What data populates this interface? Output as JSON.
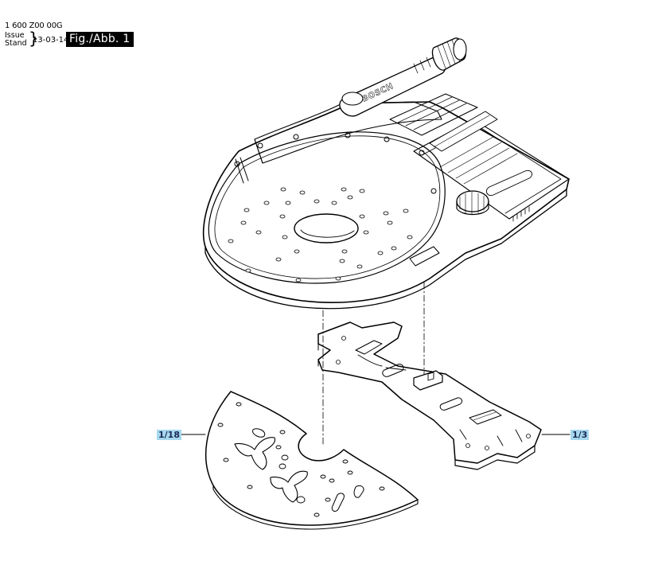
{
  "header": {
    "part_code": "1 600 Z00 00G",
    "issue_label": "Issue",
    "stand_label": "Stand",
    "date": "13-03-14",
    "figure": "Fig./Abb. 1"
  },
  "brand_text": "BOSCH",
  "callouts": [
    {
      "id": "left",
      "text": "1/18"
    },
    {
      "id": "right",
      "text": "1/3"
    }
  ]
}
